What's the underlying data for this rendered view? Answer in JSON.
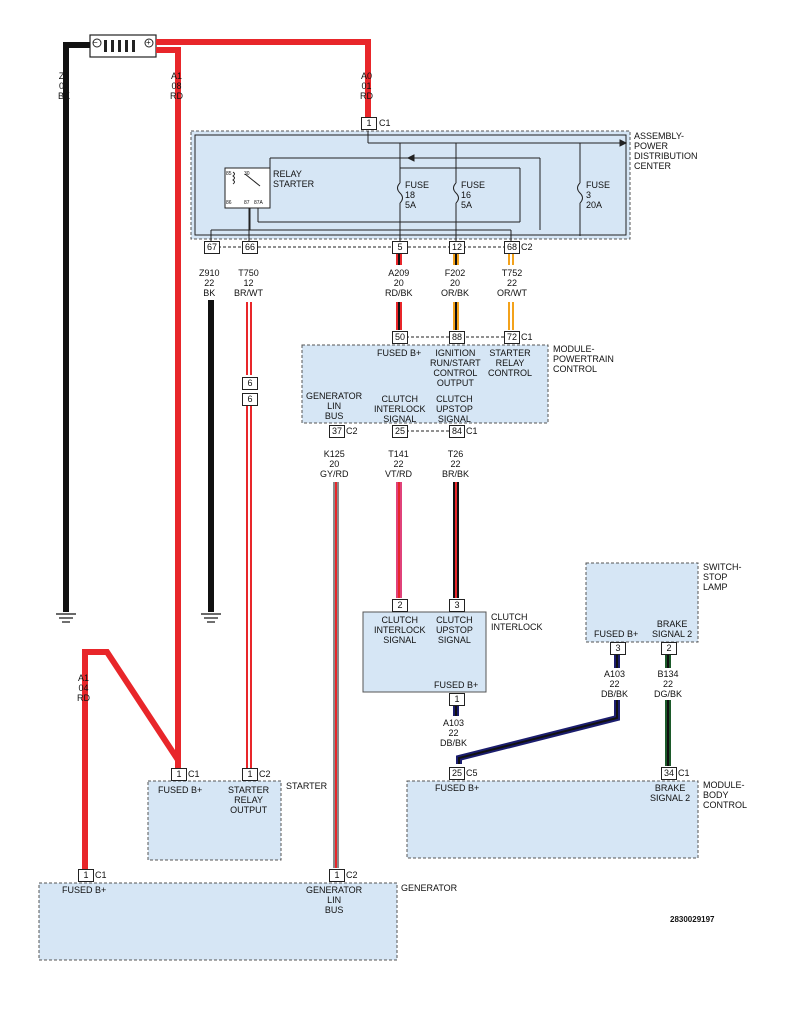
{
  "colors": {
    "module_fill": "#d6e6f5",
    "module_border": "#555555",
    "red": "#e8262a",
    "black": "#111111",
    "orange": "#f3a21b",
    "dark_blue": "#1b1d6e",
    "dark_green": "#1c5a2a",
    "violet_red": "#e0427a",
    "gray": "#8a8a8a"
  },
  "modules": {
    "pdc": "ASSEMBLY-\nPOWER\nDISTRIBUTION\nCENTER",
    "pcm": "MODULE-\nPOWERTRAIN\nCONTROL",
    "clutch": "CLUTCH\nINTERLOCK",
    "stop_lamp": "SWITCH-\nSTOP\nLAMP",
    "bcm": "MODULE-\nBODY\nCONTROL",
    "starter": "STARTER",
    "generator": "GENERATOR"
  },
  "pdc_internal": {
    "relay": "RELAY\nSTARTER",
    "relay_pins": [
      "85",
      "30",
      "86",
      "87",
      "87A"
    ],
    "fuse18": "FUSE\n18\n5A",
    "fuse16": "FUSE\n16\n5A",
    "fuse3": "FUSE\n3\n20A"
  },
  "wires": {
    "z1": "Z1\n04\nBK",
    "a1_top": "A1\n08\nRD",
    "a0": "A0\n01\nRD",
    "z910": "Z910\n22\nBK",
    "t750": "T750\n12\nBR/WT",
    "a209": "A209\n20\nRD/BK",
    "f202": "F202\n20\nOR/BK",
    "t752": "T752\n22\nOR/WT",
    "k125": "K125\n20\nGY/RD",
    "t141": "T141\n22\nVT/RD",
    "t26": "T26\n22\nBR/BK",
    "a1_gen": "A1\n04\nRD",
    "a103_sw": "A103\n22\nDB/BK",
    "b134": "B134\n22\nDG/BK",
    "a103_cl": "A103\n22\nDB/BK"
  },
  "pins": {
    "pdc_c1": "1",
    "pdc_67": "67",
    "pdc_66": "66",
    "pdc_5": "5",
    "pdc_12": "12",
    "pdc_68": "68",
    "pcm_50": "50",
    "pcm_88": "88",
    "pcm_72": "72",
    "pcm_37": "37",
    "pcm_25": "25",
    "pcm_84": "84",
    "splice_a": "6",
    "splice_b": "6",
    "cl_2": "2",
    "cl_3": "3",
    "cl_1": "1",
    "sw_3": "3",
    "sw_2": "2",
    "bcm_25": "25",
    "bcm_34": "34",
    "st_1": "1",
    "st_1b": "1",
    "gen_1": "1",
    "gen_1b": "1"
  },
  "connectors": {
    "c1": "C1",
    "c2": "C2",
    "c5": "C5"
  },
  "signals": {
    "pcm_fused": "FUSED B+",
    "pcm_ign": "IGNITION\nRUN/START\nCONTROL\nOUTPUT",
    "pcm_starter": "STARTER\nRELAY\nCONTROL",
    "pcm_gen_lin": "GENERATOR\nLIN\nBUS",
    "pcm_clutch_il": "CLUTCH\nINTERLOCK\nSIGNAL",
    "pcm_clutch_up": "CLUTCH\nUPSTOP\nSIGNAL",
    "cl_interlock": "CLUTCH\nINTERLOCK\nSIGNAL",
    "cl_upstop": "CLUTCH\nUPSTOP\nSIGNAL",
    "cl_fused": "FUSED B+",
    "sw_fused": "FUSED B+",
    "sw_brake": "BRAKE\nSIGNAL 2",
    "bcm_fused": "FUSED B+",
    "bcm_brake": "BRAKE\nSIGNAL 2",
    "st_fused": "FUSED B+",
    "st_relay_out": "STARTER\nRELAY\nOUTPUT",
    "gen_fused": "FUSED B+",
    "gen_lin": "GENERATOR\nLIN\nBUS"
  },
  "battery_symbols": {
    "minus": "−",
    "plus": "+"
  },
  "doc_id": "2830029197"
}
